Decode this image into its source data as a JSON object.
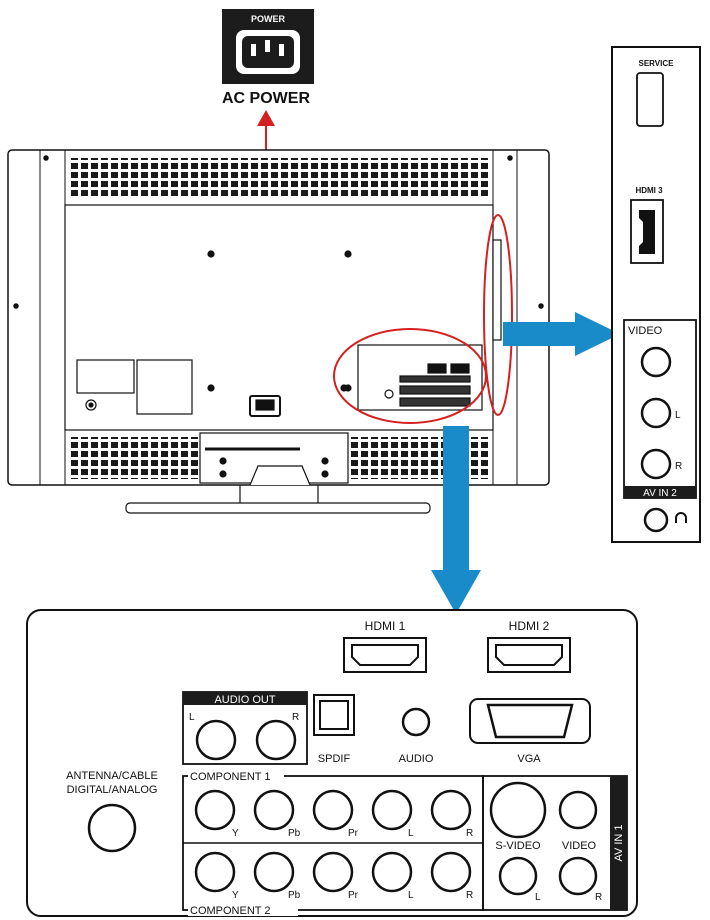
{
  "power": {
    "plate_label": "POWER",
    "caption": "AC POWER"
  },
  "side_panel": {
    "service": "SERVICE",
    "hdmi3": "HDMI 3",
    "video": "VIDEO",
    "left": "L",
    "right": "R",
    "av_in2": "AV IN 2"
  },
  "bottom_panel": {
    "hdmi1": "HDMI 1",
    "hdmi2": "HDMI 2",
    "audio_out": "AUDIO OUT",
    "audio_out_l": "L",
    "audio_out_r": "R",
    "spdif": "SPDIF",
    "audio": "AUDIO",
    "vga": "VGA",
    "antenna_line1": "ANTENNA/CABLE",
    "antenna_line2": "DIGITAL/ANALOG",
    "component1": "COMPONENT 1",
    "component2": "COMPONENT 2",
    "comp_y": "Y",
    "comp_pb": "Pb",
    "comp_pr": "Pr",
    "comp_l": "L",
    "comp_r": "R",
    "svideo": "S-VIDEO",
    "video": "VIDEO",
    "av_l": "L",
    "av_r": "R",
    "av_in1": "AV IN 1"
  },
  "colors": {
    "highlight": "#d62020",
    "arrow": "#1a8bc9",
    "line": "#111111",
    "panel_dark": "#1c1c1c"
  }
}
